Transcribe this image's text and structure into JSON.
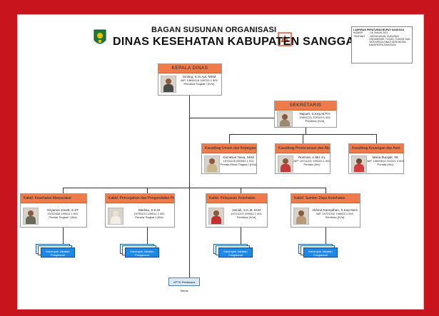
{
  "header": {
    "line1": "BAGAN SUSUNAN ORGANISASI",
    "line2": "DINAS KESEHATAN KABUPATEN SANGGAU"
  },
  "lampiran": {
    "title": "LAMPIRAN PERATURAN BUPATI SANGGAU",
    "nomor_label": "NOMOR",
    "nomor_value": ": 16 TAHUN 2021",
    "tentang_label": "TENTANG",
    "tentang_value": ": KEDUDUKAN, SUSUNAN ORGANISASI, TUGAS, FUNGSI DAN TATA KERJA DINAS KESEHATAN KABUPATEN SANGGAU"
  },
  "kepala": {
    "title": "KEPALA DINAS",
    "name": "Ginting, S.Si.Apt, MKM",
    "nip": "NIP. 19690118 199703 1 005",
    "rank": "Pembina Tingkat I (IV/b)"
  },
  "sekretaris": {
    "title": "SEKRETARIS",
    "name": "Najuah, S.Kep,M.P.H",
    "nip": "19691221 199103 1 002",
    "rank": "Pembina (IV/a)"
  },
  "subbag": [
    {
      "title": "Kasubbag Umum dan Kepegawaian",
      "name": "Kamelius Tawa, SKM",
      "nip": "19701118 200604 1 014",
      "rank": "Penata Muda Tingkat I (III/b)"
    },
    {
      "title": "Kasubbag Perencanaan dan Akuntabilitas Kinerja",
      "name": "Rosmas, A.Md. KL",
      "nip": "NIP. 19711011 199103 1 002",
      "rank": "Penata (III/c)"
    },
    {
      "title": "Kasubbag Keuangan dan Aset",
      "name": "Maria Buiajak, SE",
      "nip": "NIP. 19820814 201101 2 003",
      "rank": "Penata (III/c)"
    }
  ],
  "bidang": [
    {
      "title": "Kabid. Kesehatan Masyarakat",
      "name": "Siryanus Jonelt, S.ST",
      "nip": "19700330 199011 1 001",
      "rank": "Penata Tingkat I (III/d)",
      "group": "Kelompok Jabatan Fungsional"
    },
    {
      "title": "Kabid. Pencegahan dan Pengendalian Penyakit",
      "name": "Marlisa, S.K.M",
      "nip": "19700101 199011 2 002",
      "rank": "Penata Tingkat I (III/d)",
      "group": "Kelompok Jabatan Fungsional"
    },
    {
      "title": "Kabid. Pelayanan Kesehatan",
      "name": "Jamidi, S.K.M, M.M",
      "nip": "19721213 199902 1 001",
      "rank": "Pembina (IV/a)",
      "group": "Kelompok Jabatan Fungsional"
    },
    {
      "title": "Kabid. Sumber Daya Kesehatan",
      "name": "Akhirul Ramadhan, S.Kep.Ners",
      "nip": "NIP. 19721010 199603 1 004",
      "rank": "Pembina (IV/a)",
      "group": "Kelompok Jabatan Fungsional"
    }
  ],
  "uptd": "UPTD Pelaksana Teknis"
}
